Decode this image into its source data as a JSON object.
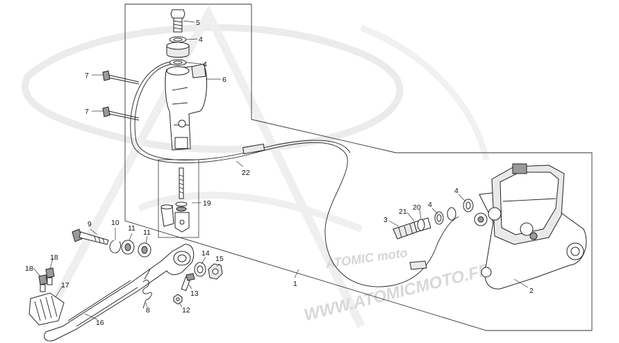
{
  "diagram": {
    "watermark_brand": "ATOMIC moto",
    "watermark_url": "WWW.ATOMICMOTO.FR",
    "labels": {
      "p1": "1",
      "p2": "2",
      "p3": "3",
      "p4a": "4",
      "p4b": "4",
      "p4c": "4",
      "p4d": "4",
      "p5": "5",
      "p6": "6",
      "p7a": "7",
      "p7b": "7",
      "p8": "8",
      "p9": "9",
      "p10": "10",
      "p11a": "11",
      "p11b": "11",
      "p12": "12",
      "p13": "13",
      "p14": "14",
      "p15": "15",
      "p16": "16",
      "p17": "17",
      "p18a": "18",
      "p18b": "18",
      "p19": "19",
      "p20": "20",
      "p21": "21",
      "p22": "22"
    },
    "colors": {
      "line": "#222222",
      "watermark": "#dcdcdc",
      "part_fill": "#ffffff",
      "shade": "#9a9a9a"
    }
  }
}
